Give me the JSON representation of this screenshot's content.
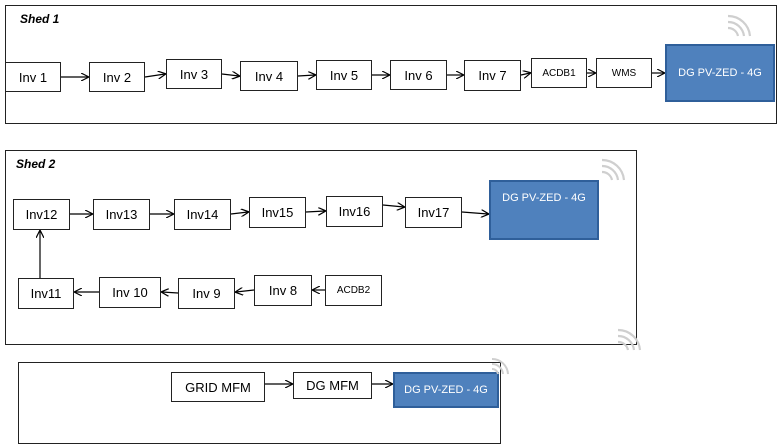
{
  "shed1": {
    "title": "Shed 1",
    "nodes": [
      "Inv 1",
      "Inv 2",
      "Inv 3",
      "Inv 4",
      "Inv 5",
      "Inv 6",
      "Inv 7",
      "ACDB1",
      "WMS",
      "DG PV-ZED - 4G"
    ]
  },
  "shed2": {
    "title": "Shed 2",
    "top_row": [
      "Inv12",
      "Inv13",
      "Inv14",
      "Inv15",
      "Inv16",
      "Inv17",
      "DG PV-ZED - 4G"
    ],
    "bottom_row": [
      "Inv11",
      "Inv 10",
      "Inv 9",
      "Inv 8",
      "ACDB2"
    ]
  },
  "grid": {
    "nodes": [
      "GRID MFM",
      "DG MFM",
      "DG PV-ZED - 4G"
    ]
  },
  "colors": {
    "dg_fill": "#4f81bd",
    "dg_border": "#2f5f9a"
  }
}
